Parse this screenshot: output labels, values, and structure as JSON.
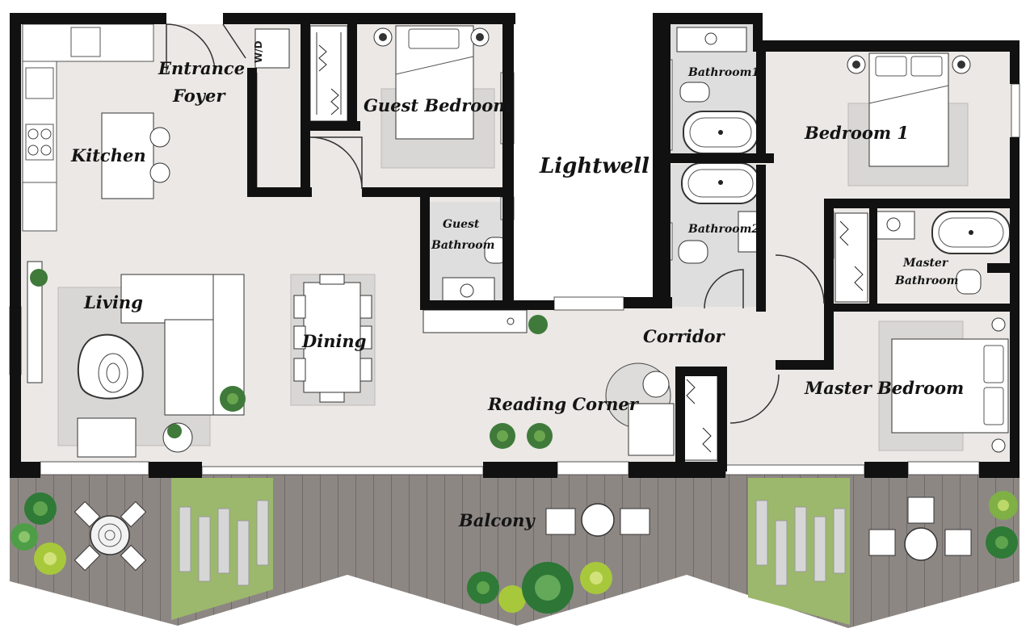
{
  "rooms": {
    "kitchen": "Kitchen",
    "entrance_foyer_1": "Entrance",
    "entrance_foyer_2": "Foyer",
    "guest_bedroom": "Guest Bedroom",
    "lightwell": "Lightwell",
    "bathroom1": "Bathroom1",
    "bedroom1": "Bedroom 1",
    "guest_bathroom_1": "Guest",
    "guest_bathroom_2": "Bathroom",
    "bathroom2": "Bathroom2",
    "master_bathroom_1": "Master",
    "master_bathroom_2": "Bathroom",
    "living": "Living",
    "dining": "Dining",
    "corridor": "Corridor",
    "reading_corner": "Reading Corner",
    "master_bedroom": "Master Bedroom",
    "balcony": "Balcony"
  },
  "fixtures": {
    "washer_dryer": "W/D"
  },
  "colors": {
    "floor": "#ebe8e5",
    "wall": "#111111",
    "deck": "#8d8784",
    "deck_line": "#6f6a68",
    "lawn": "#9cb86c",
    "tile": "#dcdcdc",
    "rug": "#d9d7d5",
    "plant": "#3f7a3a"
  }
}
